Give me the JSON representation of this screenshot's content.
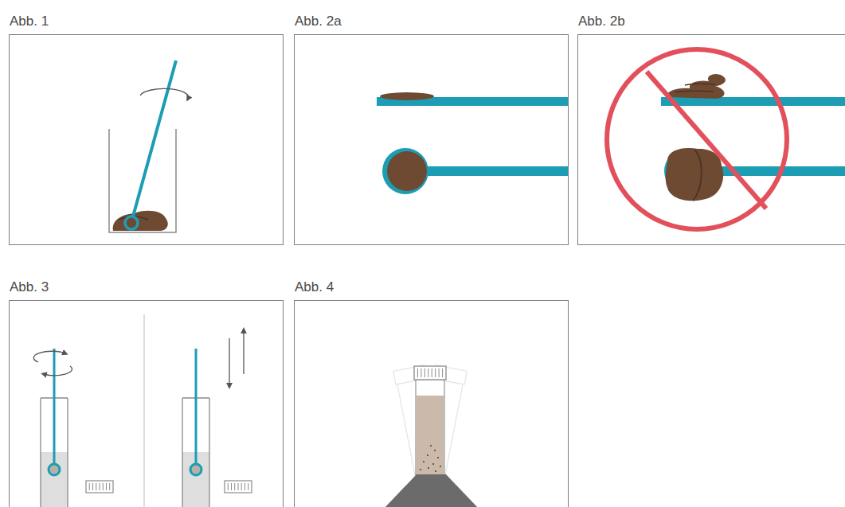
{
  "diagram": {
    "nodes": [
      {
        "text": [
          "Abb. 1"
        ]
      },
      {
        "text": [
          "Abb. 2a"
        ]
      },
      {
        "text": [
          "Abb. 2b"
        ]
      },
      {
        "text": [
          "Abb. 3"
        ]
      },
      {
        "text": [
          "Abb. 4"
        ]
      }
    ]
  }
}
